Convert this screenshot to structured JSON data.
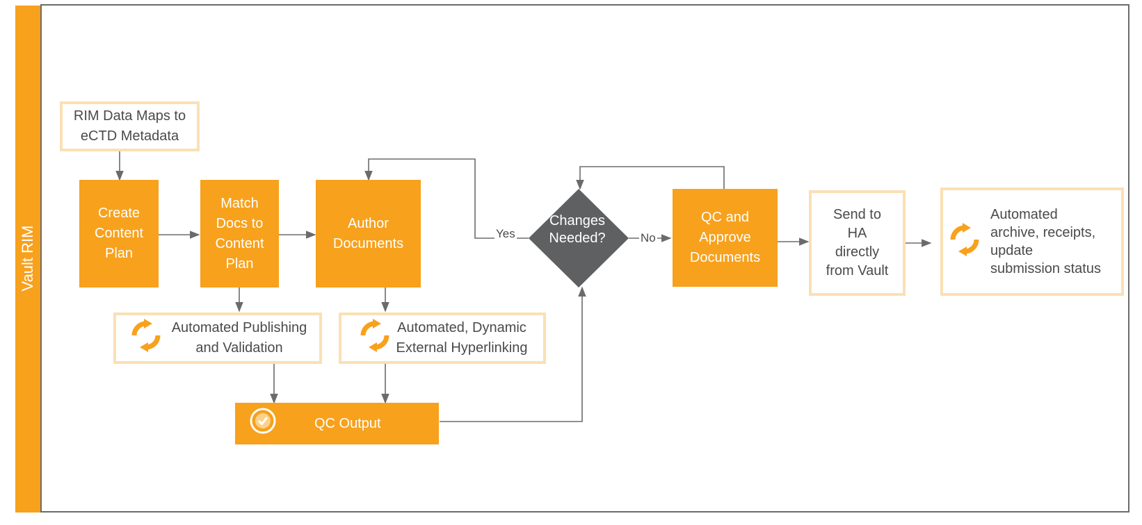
{
  "swimlane": {
    "label": "Vault RIM"
  },
  "nodes": {
    "rim_data": "RIM Data Maps to\neCTD Metadata",
    "create_plan": "Create\nContent\nPlan",
    "match_docs": "Match\nDocs to\nContent\nPlan",
    "author_docs": "Author\nDocuments",
    "auto_publishing": "Automated Publishing\nand Validation",
    "auto_hyperlinking": "Automated, Dynamic\nExternal Hyperlinking",
    "qc_output": "QC Output",
    "changes_needed": "Changes\nNeeded?",
    "qc_approve": "QC and\nApprove\nDocuments",
    "send_ha": "Send to\nHA\ndirectly\nfrom Vault",
    "auto_archive": "Automated\narchive, receipts,\nupdate\nsubmission status"
  },
  "edge_labels": {
    "yes": "Yes",
    "no": "No"
  },
  "colors": {
    "primary": "#f7a11d",
    "outline": "#fbe0b4",
    "decision": "#5f6062",
    "line": "#6b6b6b"
  },
  "icons": {
    "automation": "sync-arrows-icon",
    "check": "check-circle-icon"
  }
}
